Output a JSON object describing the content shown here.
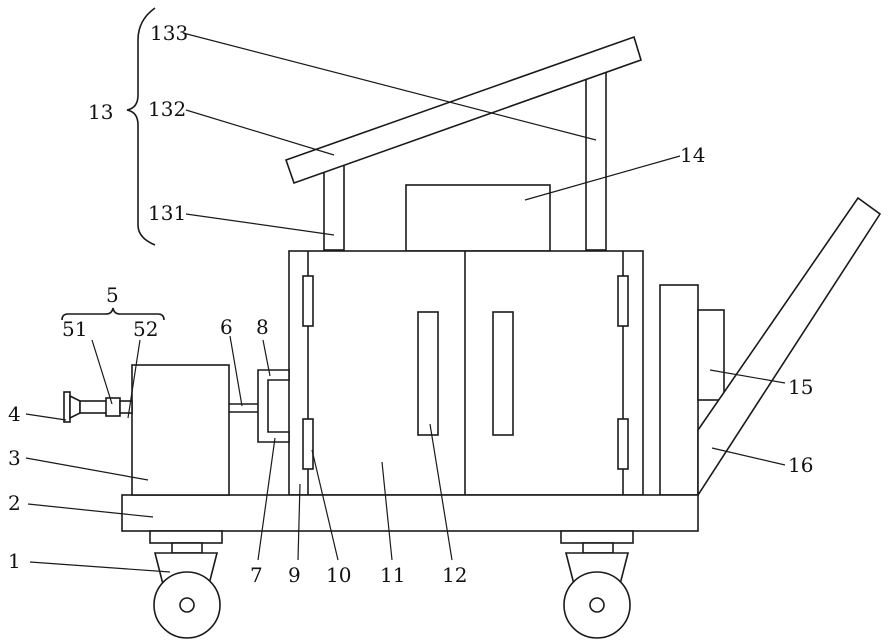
{
  "diagram": {
    "labels": {
      "l1": "1",
      "l2": "2",
      "l3": "3",
      "l4": "4",
      "l5": "5",
      "l51": "51",
      "l52": "52",
      "l6": "6",
      "l7": "7",
      "l8": "8",
      "l9": "9",
      "l10": "10",
      "l11": "11",
      "l12": "12",
      "l13": "13",
      "l131": "131",
      "l132": "132",
      "l133": "133",
      "l14": "14",
      "l15": "15",
      "l16": "16"
    },
    "colors": {
      "stroke": "#1a1a1a",
      "background": "#ffffff",
      "text": "#111111"
    }
  }
}
